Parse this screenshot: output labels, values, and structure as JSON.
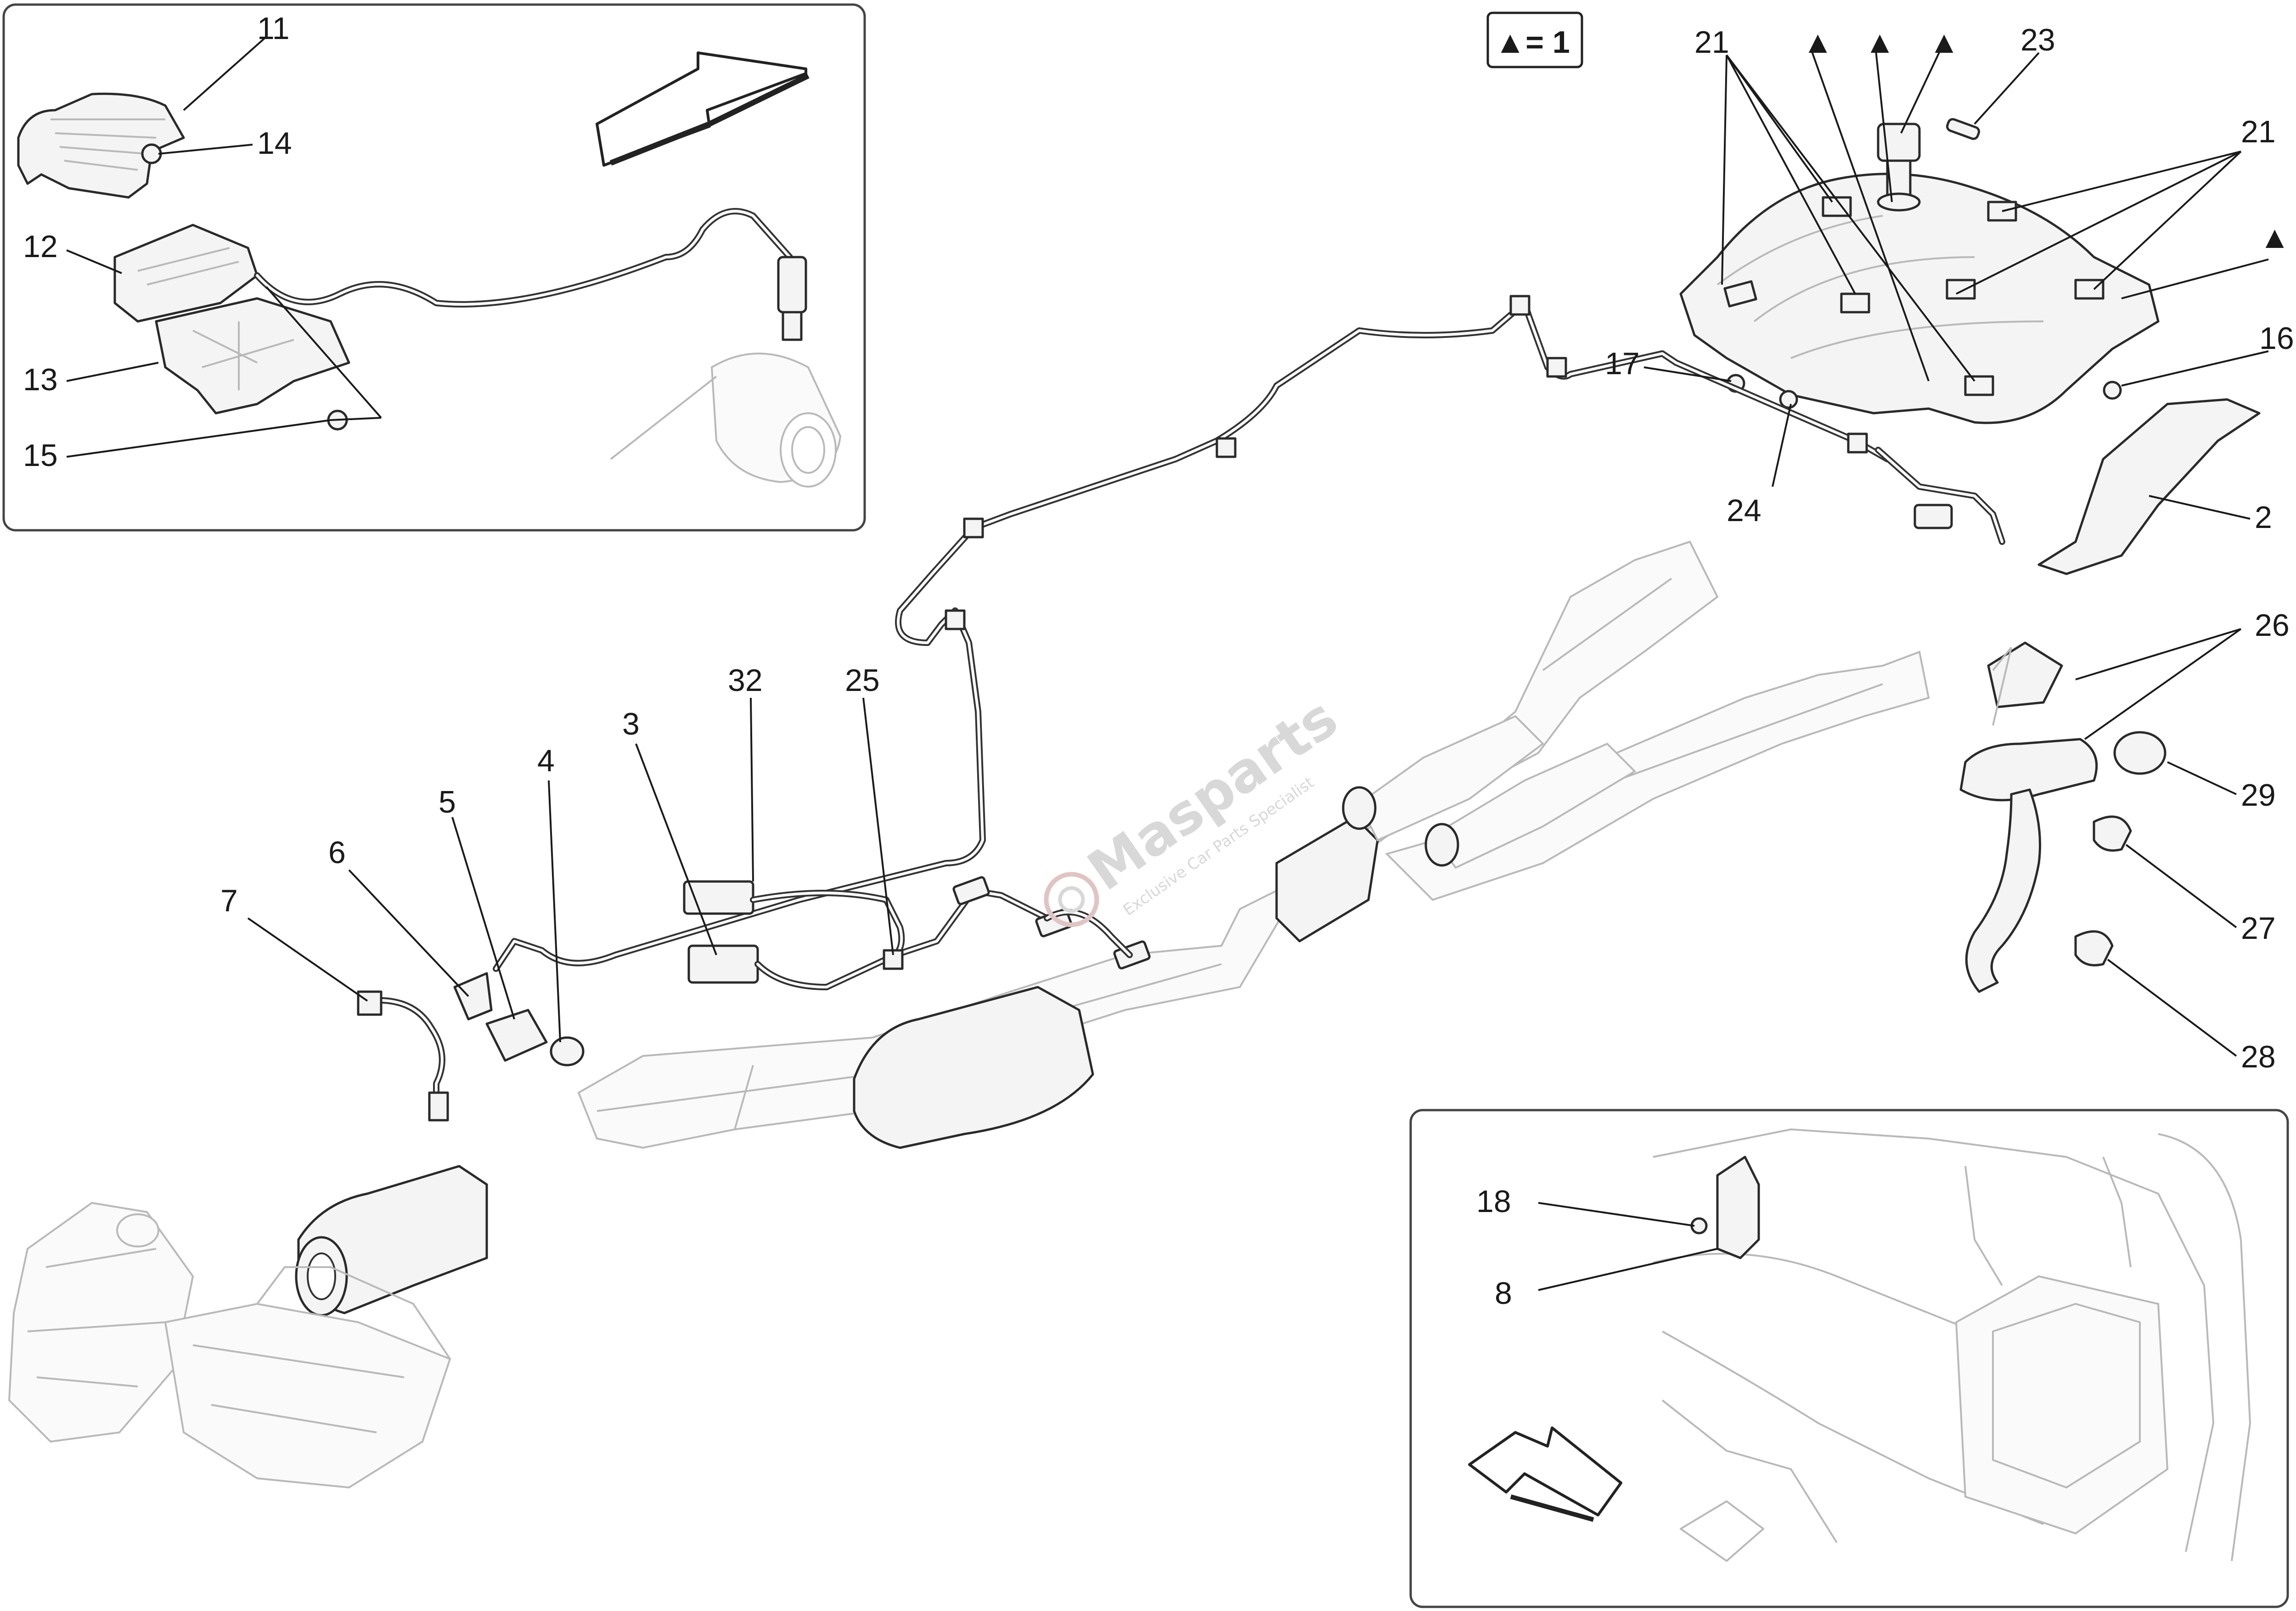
{
  "legend": {
    "text": "▲= 1"
  },
  "watermark": {
    "brand": "Masparts",
    "tagline": "Exclusive Car Parts Specialist"
  },
  "callouts": {
    "c11": "11",
    "c14": "14",
    "c12": "12",
    "c13": "13",
    "c15": "15",
    "c21a": "21",
    "c21b": "21",
    "c23": "23",
    "c17": "17",
    "c24": "24",
    "c16": "16",
    "c2": "2",
    "c26": "26",
    "c29": "29",
    "c27": "27",
    "c28": "28",
    "c32": "32",
    "c25": "25",
    "c3": "3",
    "c4": "4",
    "c5": "5",
    "c6": "6",
    "c7": "7",
    "c18": "18",
    "c8": "8"
  },
  "triangle_marker": "▲",
  "icons": {
    "inset_arrow_top": "direction-arrow-icon",
    "inset_arrow_bottom": "direction-arrow-icon"
  }
}
